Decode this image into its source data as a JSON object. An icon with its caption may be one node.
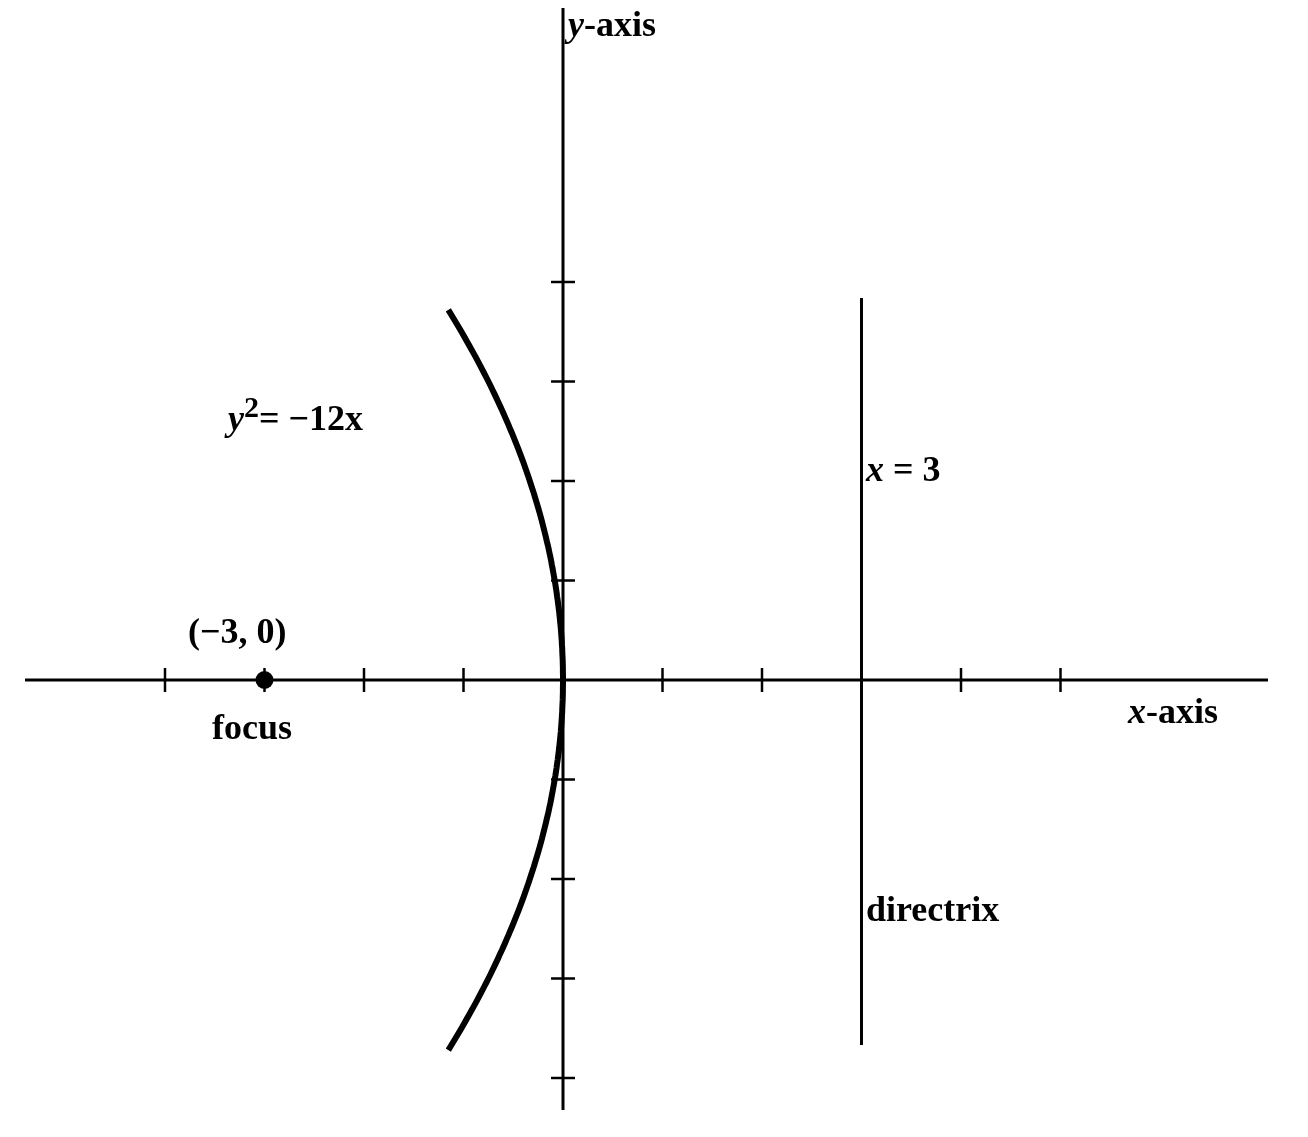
{
  "diagram": {
    "labels": [
      "*y*-axis",
      "*y*$^{2}$= −12x",
      "*x* = 3",
      "(−3, 0)",
      "*x*-axis",
      "focus",
      "directrix"
    ]
  }
}
